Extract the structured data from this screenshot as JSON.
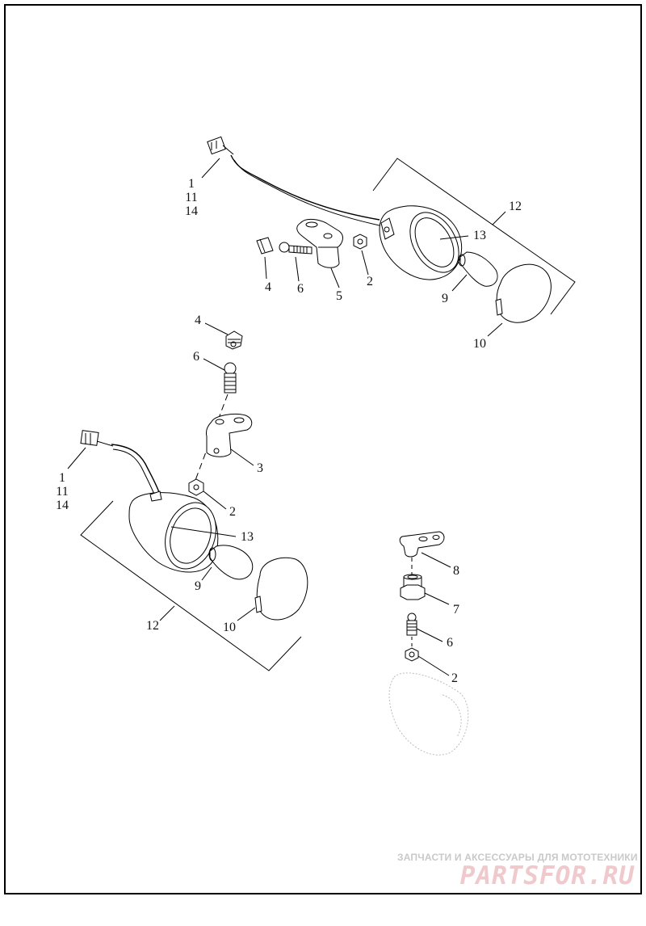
{
  "diagram": {
    "upper_assembly": {
      "harness_callout": [
        "1",
        "11",
        "14"
      ],
      "labels": {
        "cap_nut": "4",
        "stud": "6",
        "bracket": "5",
        "nut": "2",
        "housing": "12",
        "ring": "13",
        "bulb": "9",
        "lens": "10"
      }
    },
    "left_assembly": {
      "harness_callout": [
        "1",
        "11",
        "14"
      ],
      "labels": {
        "cap_nut": "4",
        "stud": "6",
        "bracket": "3",
        "nut": "2",
        "housing": "12",
        "ring": "13",
        "bulb": "9",
        "lens": "10"
      }
    },
    "detail_stack": {
      "labels": {
        "bracket": "8",
        "adapter": "7",
        "stud": "6",
        "nut": "2"
      }
    }
  },
  "watermark": {
    "tagline": "ЗАПЧАСТИ И АКСЕССУАРЫ ДЛЯ МОТОТЕХНИКИ",
    "logo": "PARTSFOR.RU"
  }
}
